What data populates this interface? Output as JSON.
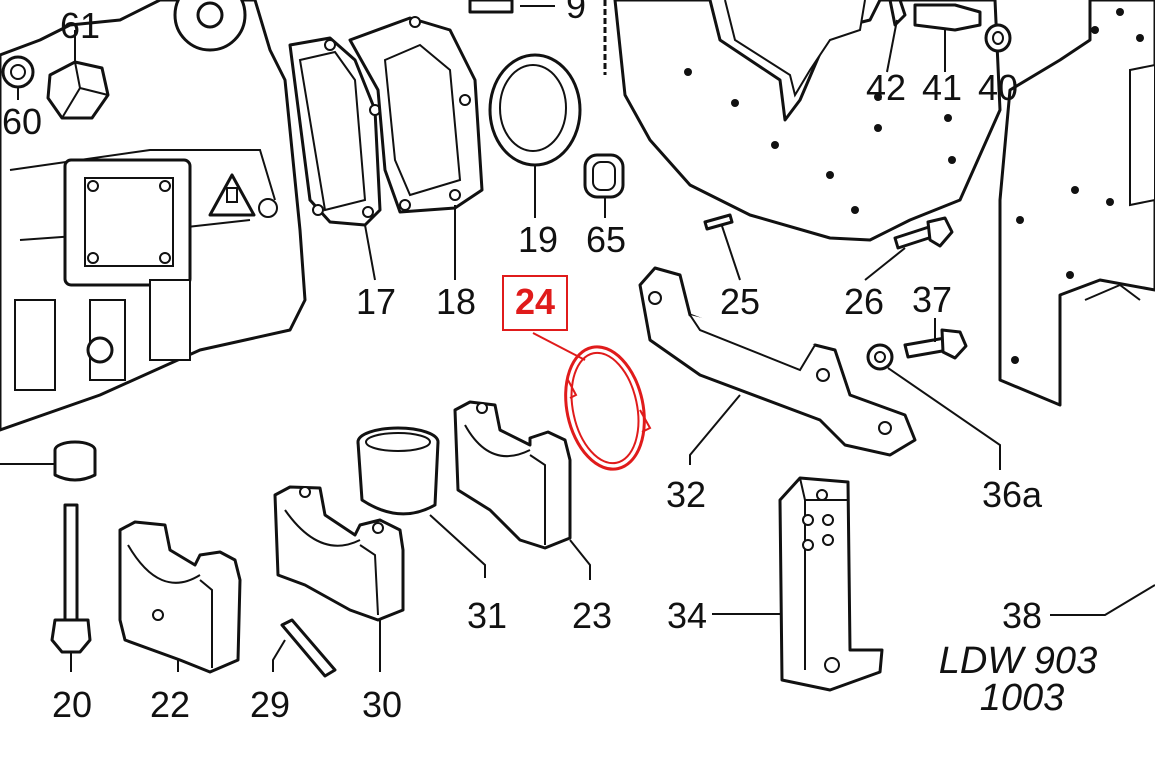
{
  "diagram": {
    "highlight_color": "#e01b1b",
    "line_color": "#111111",
    "highlighted_part": "24",
    "part_labels": {
      "p9": "9",
      "p61": "61",
      "p60": "60",
      "p42": "42",
      "p41": "41",
      "p40": "40",
      "p17": "17",
      "p18": "18",
      "p19": "19",
      "p65": "65",
      "p24": "24",
      "p25": "25",
      "p26": "26",
      "p37": "37",
      "p32": "32",
      "p36a": "36a",
      "p20": "20",
      "p22": "22",
      "p29": "29",
      "p30": "30",
      "p31": "31",
      "p23": "23",
      "p34": "34",
      "p38": "38"
    },
    "model_lines": [
      "LDW 903",
      "1003"
    ]
  }
}
